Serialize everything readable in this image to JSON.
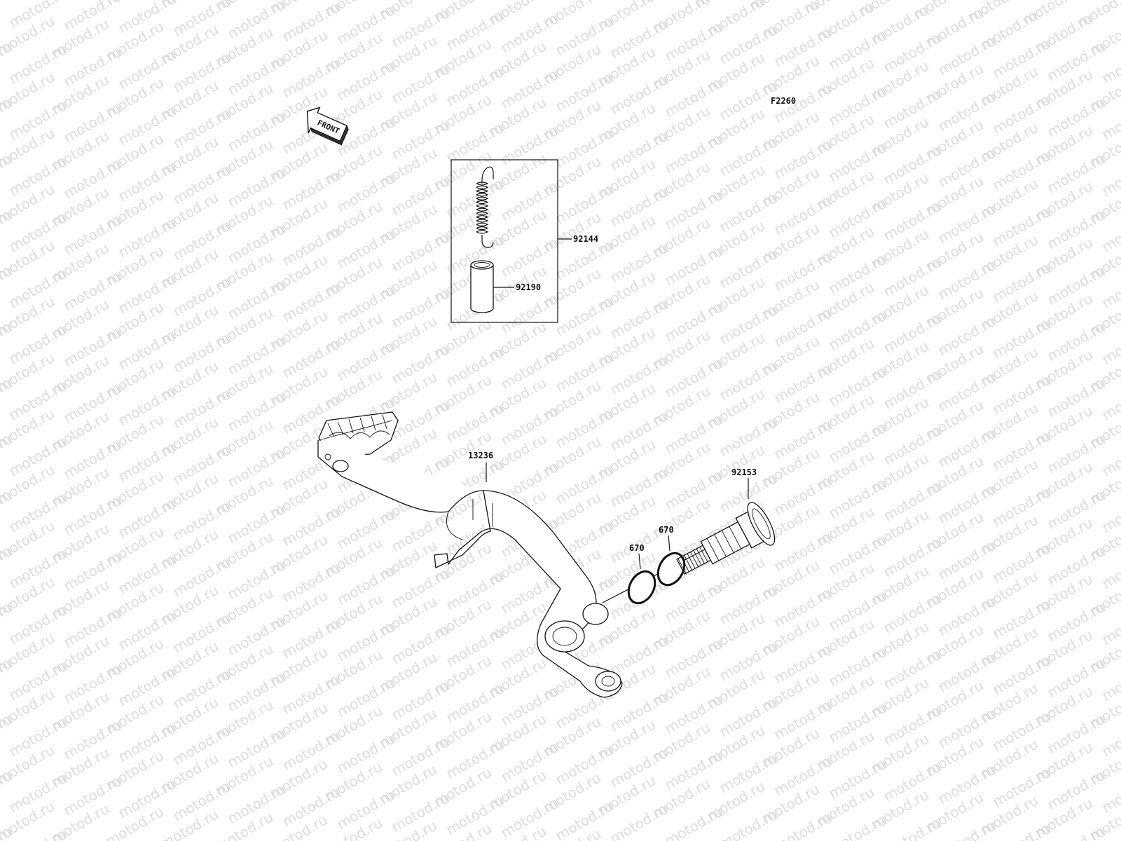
{
  "diagram": {
    "code": "F2260",
    "front_label": "FRONT",
    "watermark_text": "motod.ru",
    "parts": {
      "spring": "92144",
      "collar": "92190",
      "pedal": "13236",
      "shaft": "92153",
      "o_ring_1": "670",
      "o_ring_2": "670"
    }
  }
}
